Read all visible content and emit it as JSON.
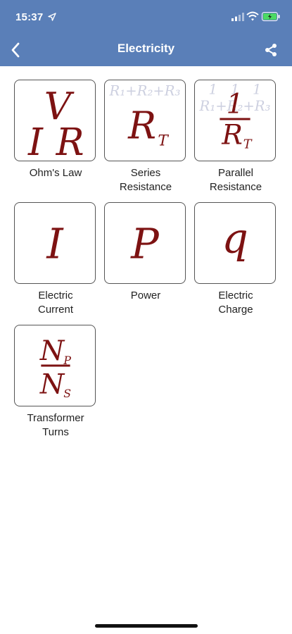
{
  "status_bar": {
    "time": "15:37"
  },
  "header": {
    "title": "Electricity",
    "back_icon": "chevron-left-icon",
    "share_icon": "share-icon"
  },
  "tiles": [
    {
      "label_line1": "Ohm's Law",
      "label_line2": "",
      "symbols": [
        "V",
        "I",
        "R"
      ]
    },
    {
      "label_line1": "Series",
      "label_line2": "Resistance",
      "symbols": [
        "R",
        "T"
      ],
      "ghost": "R₁+R₂+R₃"
    },
    {
      "label_line1": "Parallel",
      "label_line2": "Resistance",
      "symbols": [
        "1",
        "R",
        "T"
      ],
      "ghost_top": "1   1   1",
      "ghost_bottom": "R₁+R₂+R₃"
    },
    {
      "label_line1": "Electric",
      "label_line2": "Current",
      "symbols": [
        "I"
      ]
    },
    {
      "label_line1": "Power",
      "label_line2": "",
      "symbols": [
        "P"
      ]
    },
    {
      "label_line1": "Electric",
      "label_line2": "Charge",
      "symbols": [
        "q"
      ]
    },
    {
      "label_line1": "Transformer",
      "label_line2": "Turns",
      "symbols": [
        "N",
        "P",
        "N",
        "S"
      ]
    }
  ],
  "colors": {
    "header_bg": "#5a7fb8",
    "symbol": "#7d1212",
    "ghost": "#cdd0e0"
  }
}
